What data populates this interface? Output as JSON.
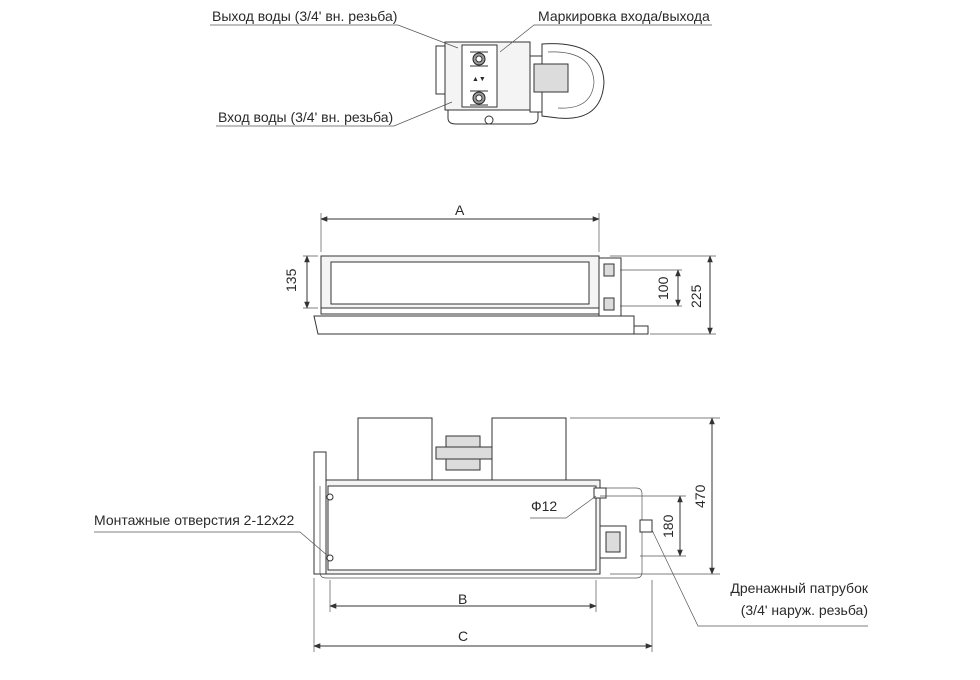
{
  "labels": {
    "water_outlet": "Выход воды (3/4' вн. резьба)",
    "inlet_outlet_marking": "Маркировка входа/выхода",
    "water_inlet": "Вход воды (3/4' вн. резьба)",
    "mounting_holes": "Монтажные отверстия 2-12x22",
    "drain_pipe_line1": "Дренажный патрубок",
    "drain_pipe_line2": "(3/4' наруж. резьба)"
  },
  "dimensions": {
    "a": "A",
    "h135": "135",
    "h100": "100",
    "h225": "225",
    "phi12": "Ф12",
    "h180": "180",
    "h470": "470",
    "b": "B",
    "c": "C"
  }
}
